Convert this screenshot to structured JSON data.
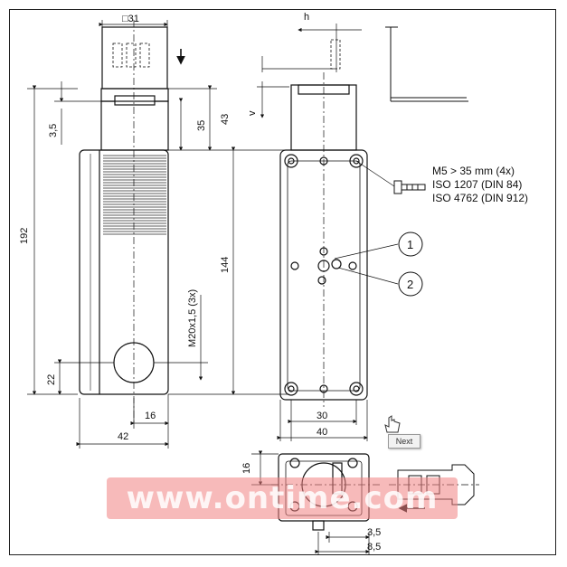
{
  "dimensions": {
    "top_width": "□31",
    "offset_h": "h",
    "offset_v": "v",
    "d_3_5_left": "3,5",
    "d_35": "35",
    "d_43": "43",
    "d_192": "192",
    "d_144": "144",
    "thread": "M20x1,5 (3x)",
    "d_22": "22",
    "d_16_bottom": "16",
    "d_42": "42",
    "d_30": "30",
    "d_40": "40",
    "d_16_left": "16",
    "d_3_5_bottom": "3,5",
    "d_8_5": "8,5"
  },
  "screw_note": {
    "line1": "M5 > 35 mm (4x)",
    "line2": "ISO 1207 (DIN 84)",
    "line3": "ISO 4762 (DIN 912)"
  },
  "callouts": {
    "one": "1",
    "two": "2"
  },
  "next_button": "Next",
  "watermark": "www.ontime.com"
}
